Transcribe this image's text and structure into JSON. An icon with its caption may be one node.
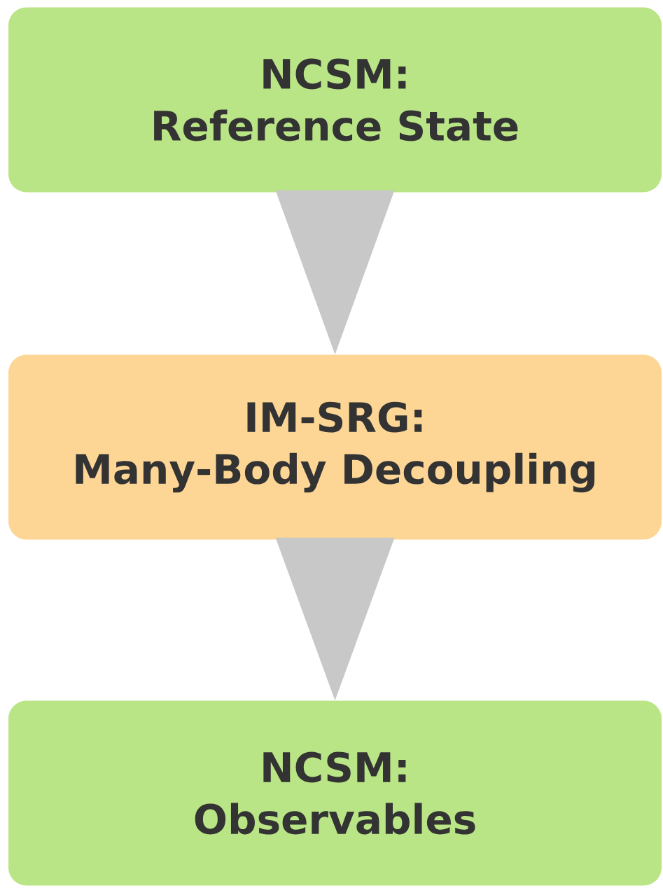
{
  "diagram": {
    "nodes": [
      {
        "text": [
          "NCSM:",
          "Reference State"
        ]
      },
      {
        "text": [
          "IM-SRG:",
          "Many-Body Decoupling"
        ]
      },
      {
        "text": [
          "NCSM:",
          "Observables"
        ]
      }
    ],
    "edges": [
      {
        "from": 0,
        "to": 1,
        "arrow": "to"
      },
      {
        "from": 1,
        "to": 2,
        "arrow": "to"
      }
    ]
  }
}
